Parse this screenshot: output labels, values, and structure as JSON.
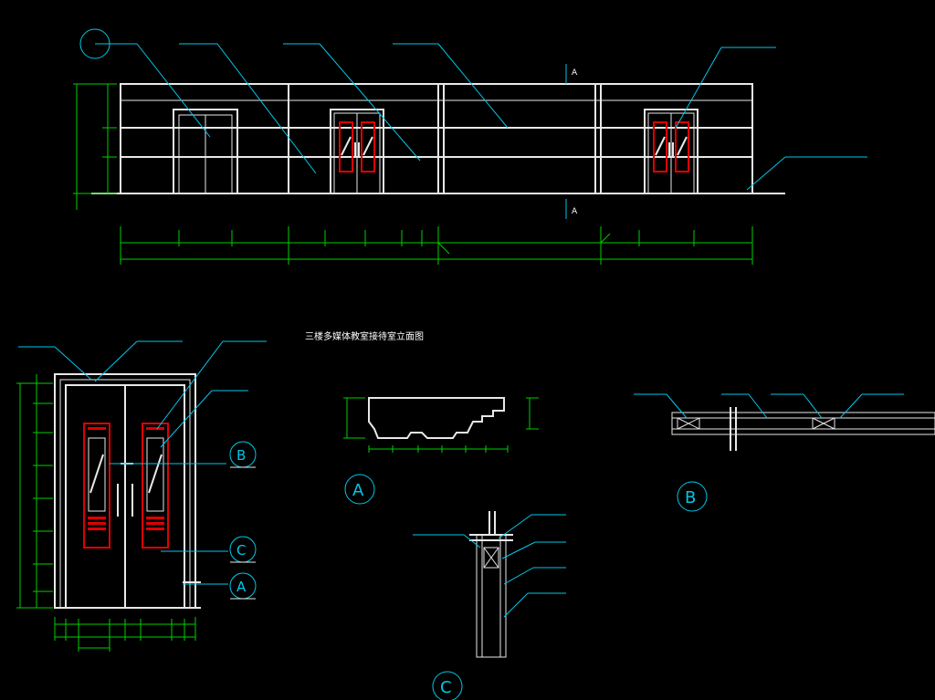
{
  "drawing": {
    "elevation_title": "三楼多媒体教室接待室立面图",
    "detail_labels": {
      "a": "A",
      "b": "B",
      "c": "C"
    },
    "section_marks": {
      "top": "A",
      "bottom": "A"
    },
    "colors": {
      "background": "#000000",
      "linework": "#e8e8e8",
      "dimension": "#00d000",
      "leader": "#00c8e8",
      "door_panel": "#e00000"
    }
  }
}
